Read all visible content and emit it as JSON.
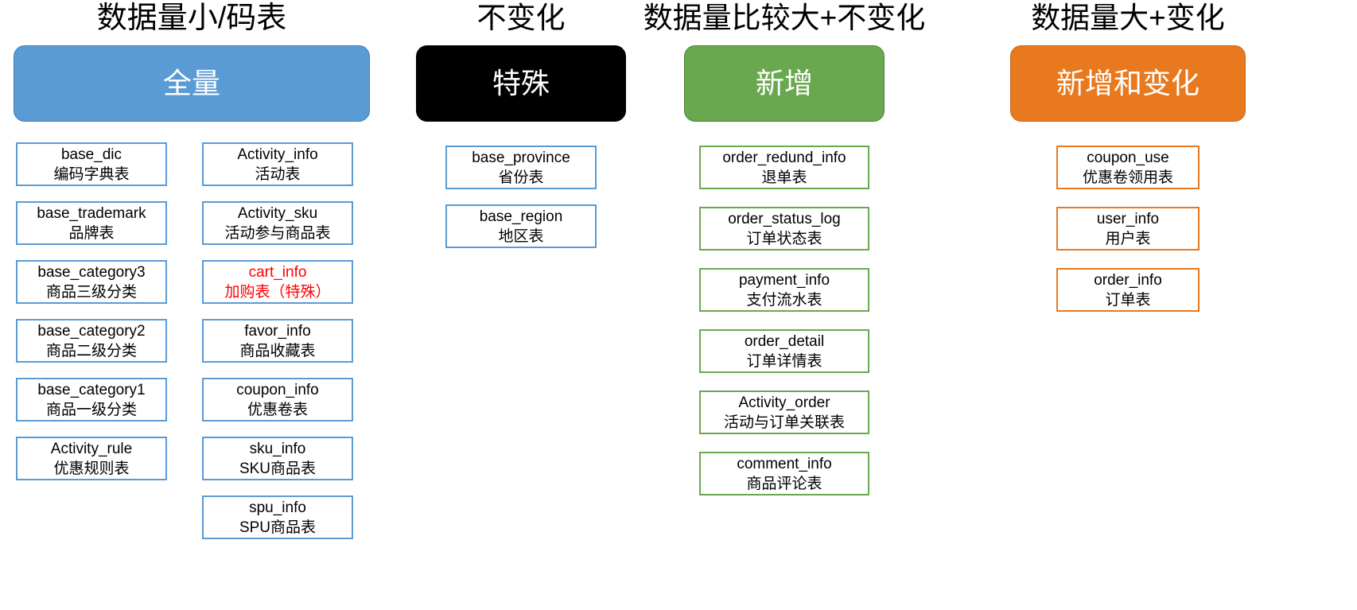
{
  "colors": {
    "blue": "#5b9bd5",
    "black": "#000000",
    "green": "#6aa84f",
    "orange": "#e8791e",
    "red": "#ff0000",
    "white": "#ffffff"
  },
  "columns": [
    {
      "id": "col1",
      "header": "数据量小/码表",
      "pill_label": "全量",
      "pill_style": "blue",
      "groups": [
        {
          "name": "left",
          "tables": [
            {
              "en": "base_dic",
              "cn": "编码字典表",
              "accent": "blue",
              "text": "black"
            },
            {
              "en": "base_trademark",
              "cn": "品牌表",
              "accent": "blue",
              "text": "black"
            },
            {
              "en": "base_category3",
              "cn": "商品三级分类",
              "accent": "blue",
              "text": "black"
            },
            {
              "en": "base_category2",
              "cn": "商品二级分类",
              "accent": "blue",
              "text": "black"
            },
            {
              "en": "base_category1",
              "cn": "商品一级分类",
              "accent": "blue",
              "text": "black"
            },
            {
              "en": "Activity_rule",
              "cn": "优惠规则表",
              "accent": "blue",
              "text": "black"
            }
          ]
        },
        {
          "name": "right",
          "tables": [
            {
              "en": "Activity_info",
              "cn": "活动表",
              "accent": "blue",
              "text": "black"
            },
            {
              "en": "Activity_sku",
              "cn": "活动参与商品表",
              "accent": "blue",
              "text": "black"
            },
            {
              "en": "cart_info",
              "cn": "加购表（特殊）",
              "accent": "blue",
              "text": "red"
            },
            {
              "en": "favor_info",
              "cn": "商品收藏表",
              "accent": "blue",
              "text": "black"
            },
            {
              "en": "coupon_info",
              "cn": "优惠卷表",
              "accent": "blue",
              "text": "black"
            },
            {
              "en": "sku_info",
              "cn": "SKU商品表",
              "accent": "blue",
              "text": "black"
            },
            {
              "en": "spu_info",
              "cn": "SPU商品表",
              "accent": "blue",
              "text": "black"
            }
          ]
        }
      ]
    },
    {
      "id": "col2",
      "header": "不变化",
      "pill_label": "特殊",
      "pill_style": "black",
      "groups": [
        {
          "name": "main",
          "tables": [
            {
              "en": "base_province",
              "cn": "省份表",
              "accent": "blue",
              "text": "black"
            },
            {
              "en": "base_region",
              "cn": "地区表",
              "accent": "blue",
              "text": "black"
            }
          ]
        }
      ]
    },
    {
      "id": "col3",
      "header": "数据量比较大+不变化",
      "pill_label": "新增",
      "pill_style": "green",
      "groups": [
        {
          "name": "main",
          "tables": [
            {
              "en": "order_redund_info",
              "cn": "退单表",
              "accent": "green",
              "text": "black"
            },
            {
              "en": "order_status_log",
              "cn": "订单状态表",
              "accent": "green",
              "text": "black"
            },
            {
              "en": "payment_info",
              "cn": "支付流水表",
              "accent": "green",
              "text": "black"
            },
            {
              "en": "order_detail",
              "cn": "订单详情表",
              "accent": "green",
              "text": "black"
            },
            {
              "en": "Activity_order",
              "cn": "活动与订单关联表",
              "accent": "green",
              "text": "black"
            },
            {
              "en": "comment_info",
              "cn": "商品评论表",
              "accent": "green",
              "text": "black"
            }
          ]
        }
      ]
    },
    {
      "id": "col4",
      "header": "数据量大+变化",
      "pill_label": "新增和变化",
      "pill_style": "orange",
      "groups": [
        {
          "name": "main",
          "tables": [
            {
              "en": "coupon_use",
              "cn": "优惠卷领用表",
              "accent": "orange",
              "text": "black"
            },
            {
              "en": "user_info",
              "cn": "用户表",
              "accent": "orange",
              "text": "black"
            },
            {
              "en": "order_info",
              "cn": "订单表",
              "accent": "orange",
              "text": "black"
            }
          ]
        }
      ]
    }
  ]
}
